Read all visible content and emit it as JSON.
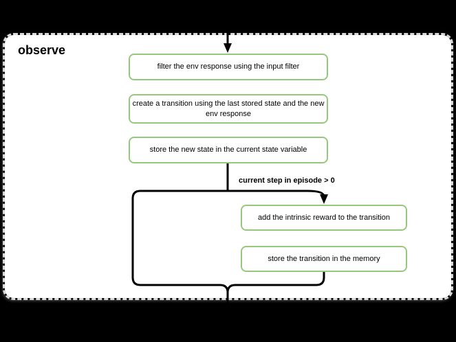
{
  "frame": {
    "title": "observe"
  },
  "nodes": [
    {
      "label": "filter the env response using the input filter"
    },
    {
      "label": "create a transition using the last stored state and the new env response"
    },
    {
      "label": "store the new state in the current state variable"
    },
    {
      "label": "add the intrinsic reward to the transition"
    },
    {
      "label": "store the transition in the memory"
    }
  ],
  "edges": {
    "condition_label": "current step in episode > 0"
  },
  "colors": {
    "canvas_bg": "#000000",
    "frame_fill": "#ffffff",
    "frame_border": "#d9d9d9",
    "node_fill": "#ffffff",
    "node_border": "#96c87c",
    "edge": "#000000",
    "text": "#000000"
  }
}
